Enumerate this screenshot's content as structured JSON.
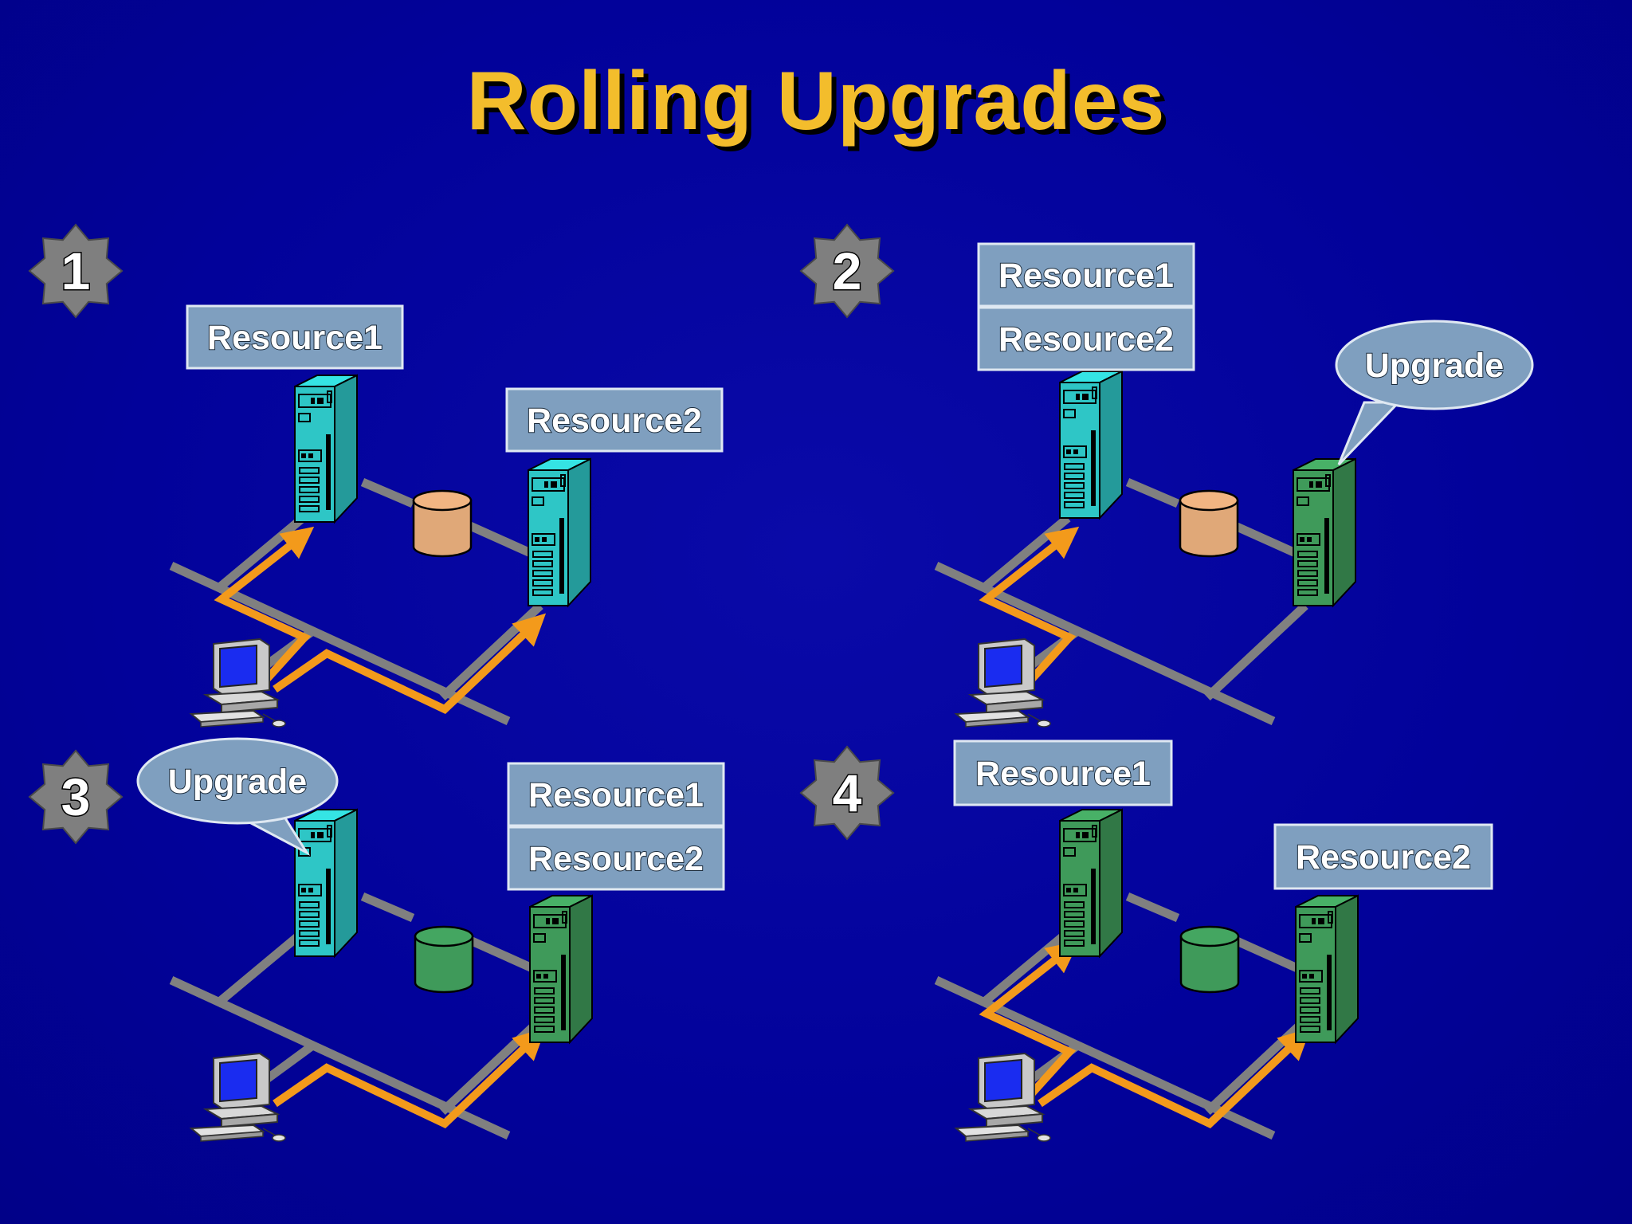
{
  "slide": {
    "title": "Rolling Upgrades",
    "title_color": "#f3bd2c",
    "background_color": "#02029a"
  },
  "colors": {
    "network_line": "#808080",
    "client_path": "#f39a1b",
    "server_old": "#2ec6c6",
    "server_upgraded": "#3f9a5a",
    "disk_old": "#e0a878",
    "disk_upgraded": "#3f9a5a",
    "label_box": "#7f9fbf",
    "step_badge": "#7f7f7f"
  },
  "panels": [
    {
      "step": "1",
      "labels": [
        "Resource1",
        "Resource2"
      ],
      "callout": "",
      "server_a": "server_old",
      "server_b": "server_old",
      "disk": "disk_old",
      "client_paths": [
        "to-server-a",
        "to-server-b"
      ]
    },
    {
      "step": "2",
      "labels": [
        "Resource1",
        "Resource2"
      ],
      "callout": "Upgrade",
      "server_a": "server_old",
      "server_b": "server_upgraded",
      "disk": "disk_old",
      "client_paths": [
        "to-server-a"
      ]
    },
    {
      "step": "3",
      "labels": [
        "Resource1",
        "Resource2"
      ],
      "callout": "Upgrade",
      "server_a": "server_old",
      "server_b": "server_upgraded",
      "disk": "disk_upgraded",
      "client_paths": [
        "to-server-b"
      ]
    },
    {
      "step": "4",
      "labels": [
        "Resource1",
        "Resource2"
      ],
      "callout": "",
      "server_a": "server_upgraded",
      "server_b": "server_upgraded",
      "disk": "disk_upgraded",
      "client_paths": [
        "to-server-a",
        "to-server-b"
      ]
    }
  ]
}
